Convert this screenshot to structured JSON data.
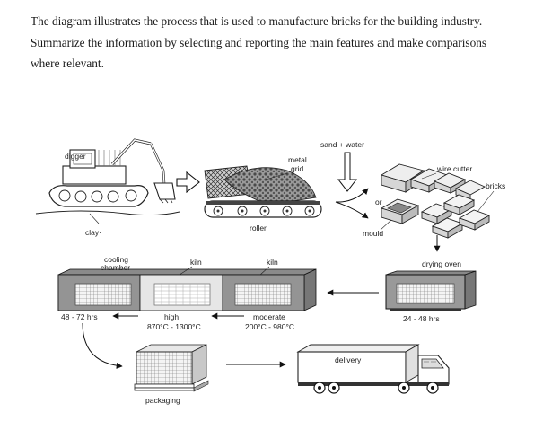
{
  "prompt": {
    "line1": "The diagram illustrates  the process that is used to manufacture bricks for the building industry.",
    "line2": "Summarize the information  by selecting and reporting the main features and make comparisons where relevant."
  },
  "diagram": {
    "labels": {
      "digger": "digger",
      "clay": "clay·",
      "metal": "metal",
      "grid": "grid",
      "roller": "roller",
      "sand_water": "sand + water",
      "or": "or",
      "mould": "mould",
      "wire_cutter": "wire cutter",
      "bricks": "bricks",
      "drying_oven": "drying oven",
      "drying_time": "24 - 48 hrs",
      "kiln_moderate": "kiln",
      "moderate": "moderate",
      "moderate_temp": "200°C - 980°C",
      "kiln_high": "kiln",
      "high": "high",
      "high_temp": "870°C - 1300°C",
      "cooling": "cooling",
      "chamber": "chamber",
      "cooling_time": "48 - 72 hrs",
      "packaging": "packaging",
      "delivery": "delivery"
    }
  }
}
